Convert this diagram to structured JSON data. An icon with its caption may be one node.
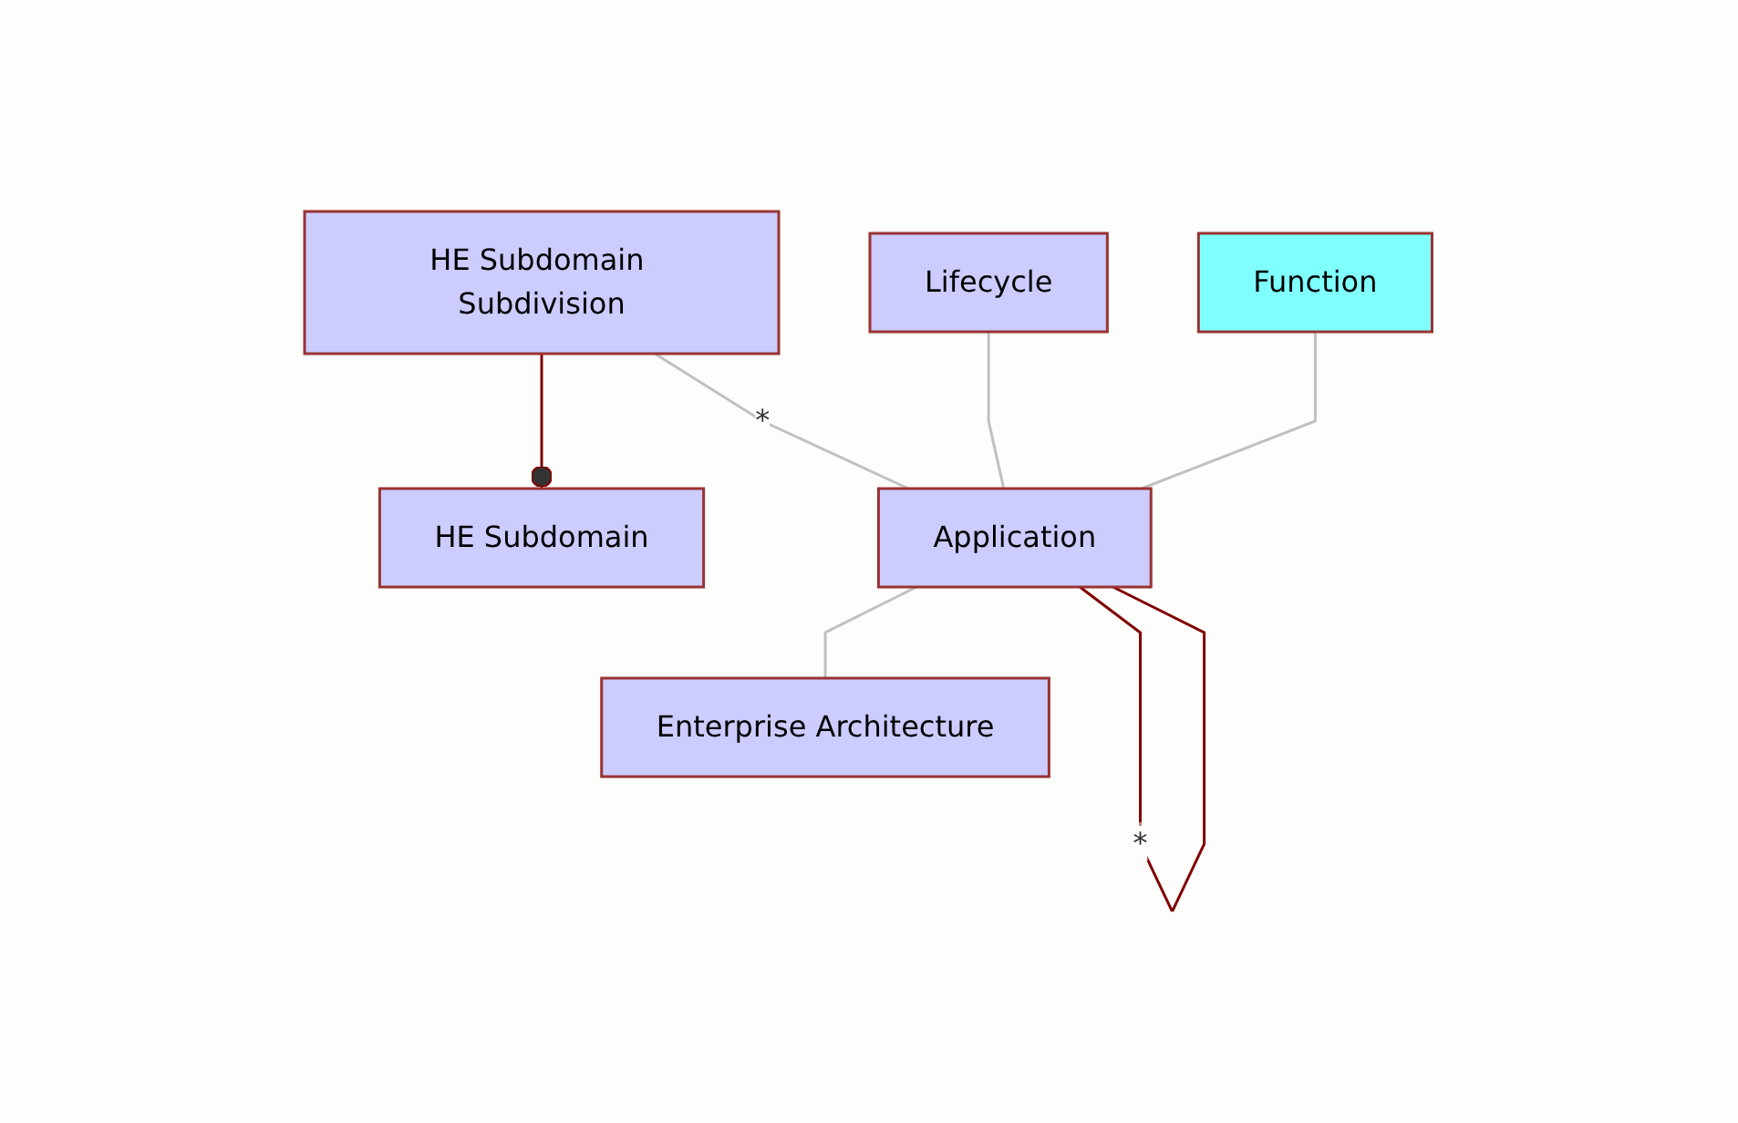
{
  "diagram": {
    "nodes": [
      {
        "text": [
          "HE Subdomain"
        ]
      },
      {
        "text": [
          "HE Subdomain Subdivision"
        ]
      },
      {
        "text": [
          "Lifecycle"
        ]
      },
      {
        "text": [
          "Application"
        ]
      },
      {
        "text": [
          "Function"
        ]
      },
      {
        "text": [
          "Enterprise Architecture"
        ]
      }
    ],
    "edges": [
      {
        "from": 1,
        "to": 0,
        "arrow": "other",
        "color": "#800000"
      },
      {
        "from": 1,
        "to": 3,
        "arrow": "none",
        "label": "*"
      },
      {
        "from": 3,
        "to": 3,
        "arrow": "none",
        "label": "*",
        "color": "#800000"
      },
      {
        "from": 2,
        "to": 3,
        "arrow": "none"
      },
      {
        "from": 4,
        "to": 3,
        "arrow": "none"
      },
      {
        "from": 3,
        "to": 5,
        "arrow": "none"
      }
    ]
  }
}
